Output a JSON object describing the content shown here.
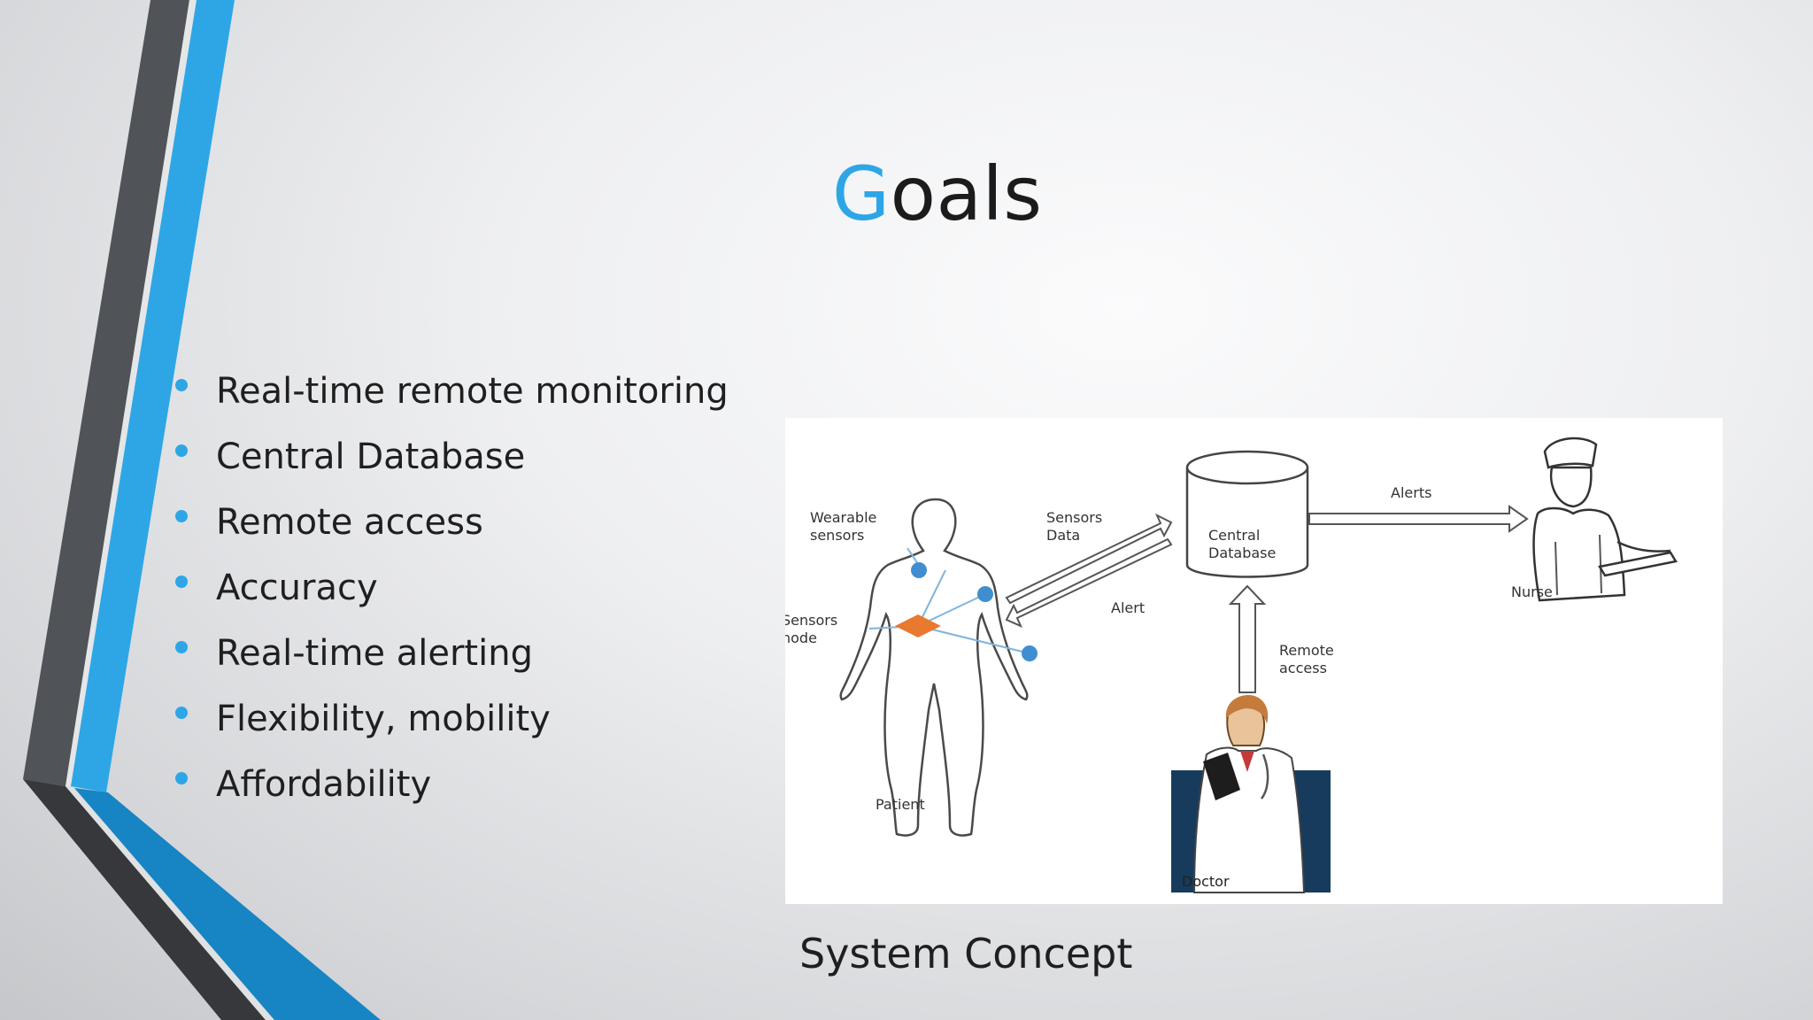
{
  "slide": {
    "title_first": "G",
    "title_rest": "oals",
    "bullets": [
      "Real-time remote monitoring",
      "Central Database",
      "Remote access",
      "Accuracy",
      "Real-time alerting",
      "Flexibility, mobility",
      "Affordability"
    ],
    "caption": "System Concept"
  },
  "diagram": {
    "wearable_1": "Wearable",
    "wearable_2": "sensors",
    "sensors_data_1": "Sensors",
    "sensors_data_2": "Data",
    "central_1": "Central",
    "central_2": "Database",
    "alerts": "Alerts",
    "alert": "Alert",
    "nurse": "Nurse",
    "sensors_node_1": "Sensors",
    "sensors_node_2": "node",
    "remote_1": "Remote",
    "remote_2": "access",
    "patient": "Patient",
    "doctor": "Doctor"
  },
  "colors": {
    "accent_blue": "#2ea6e6",
    "stripe_gray": "#505357",
    "stripe_dark": "#36383b",
    "stripe_blue_dark": "#1784c4",
    "sensor_blue": "#3f8fd0",
    "sensor_node_orange": "#e87a2f",
    "doctor_bg": "#173b5c"
  }
}
